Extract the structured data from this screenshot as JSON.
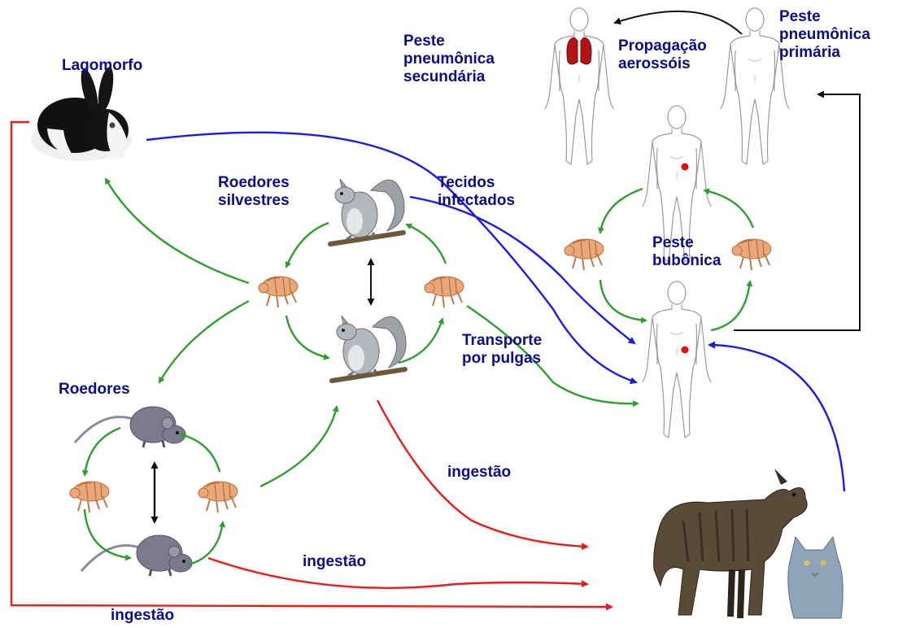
{
  "labels": {
    "lagomorfo": "Lagomorfo",
    "peste_secundaria": [
      "Peste",
      "pneumônica",
      "secundária"
    ],
    "propagacao": [
      "Propagação",
      "aerossóis"
    ],
    "peste_primaria": [
      "Peste",
      "pneumônica",
      "primária"
    ],
    "roedores_silvestres": [
      "Roedores",
      "silvestres"
    ],
    "tecidos": [
      "Tecidos",
      "infectados"
    ],
    "peste_bubonica": [
      "Peste",
      "bubônica"
    ],
    "transporte": [
      "Transporte",
      "por pulgas"
    ],
    "roedores": "Roedores",
    "ingestao_1": "ingestão",
    "ingestao_2": "ingestão",
    "ingestao_3": "ingestão"
  },
  "colors": {
    "label": "#0b0b8c",
    "green_arrow": "#2e9e2e",
    "blue_arrow": "#1a1aee",
    "red_arrow": "#ee1a1a",
    "black_arrow": "#111111"
  }
}
